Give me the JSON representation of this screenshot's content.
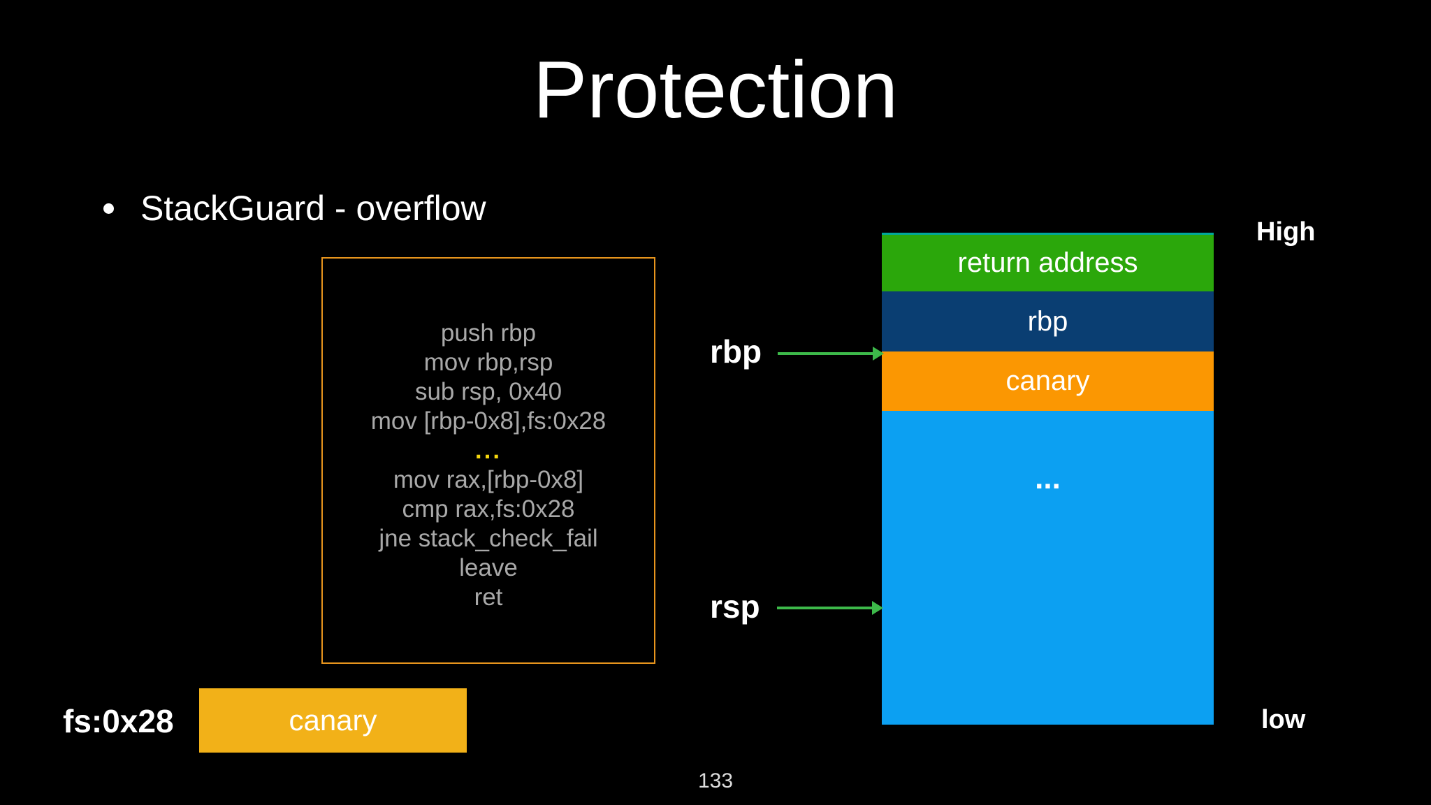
{
  "slide": {
    "background_color": "#000000",
    "title": "Protection",
    "bullet_text": "StackGuard - overflow",
    "page_number": "133"
  },
  "code_box": {
    "border_color": "#e8951d",
    "text_color": "#a9a9a9",
    "ellipsis_color": "#f6d70e",
    "lines": [
      "push rbp",
      "mov rbp,rsp",
      "sub rsp, 0x40",
      "mov [rbp-0x8],fs:0x28",
      "...",
      "mov rax,[rbp-0x8]",
      "cmp rax,fs:0x28",
      "jne stack_check_fail",
      "leave",
      "ret"
    ]
  },
  "stack_diagram": {
    "high_label": "High",
    "low_label": "low",
    "top_edge_color": "#00a89c",
    "arrow_color": "#3db94a",
    "blocks": [
      {
        "label": "return address",
        "color": "#2ba70b"
      },
      {
        "label": "rbp",
        "color": "#0a3e72"
      },
      {
        "label": "canary",
        "color": "#fb9702"
      },
      {
        "label": "...",
        "color": "#0ca0f2"
      }
    ],
    "pointers": [
      {
        "label": "rbp"
      },
      {
        "label": "rsp"
      }
    ]
  },
  "canary_legend": {
    "pointer_label": "fs:0x28",
    "box_label": "canary",
    "box_color": "#f2b118"
  }
}
